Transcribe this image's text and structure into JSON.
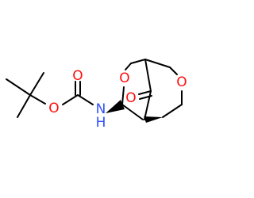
{
  "colors": {
    "bond": "#000000",
    "oxygen": "#ff0d0d",
    "nitrogen": "#3050f8",
    "background": "#ffffff"
  },
  "atoms": {
    "carbonyl_o_carbamate": "O",
    "ester_o_carbamate": "O",
    "nitrogen": "N",
    "nitrogen_h": "H",
    "ring_o_left": "O",
    "ring_o_right": "O",
    "ketone_o": "O"
  }
}
